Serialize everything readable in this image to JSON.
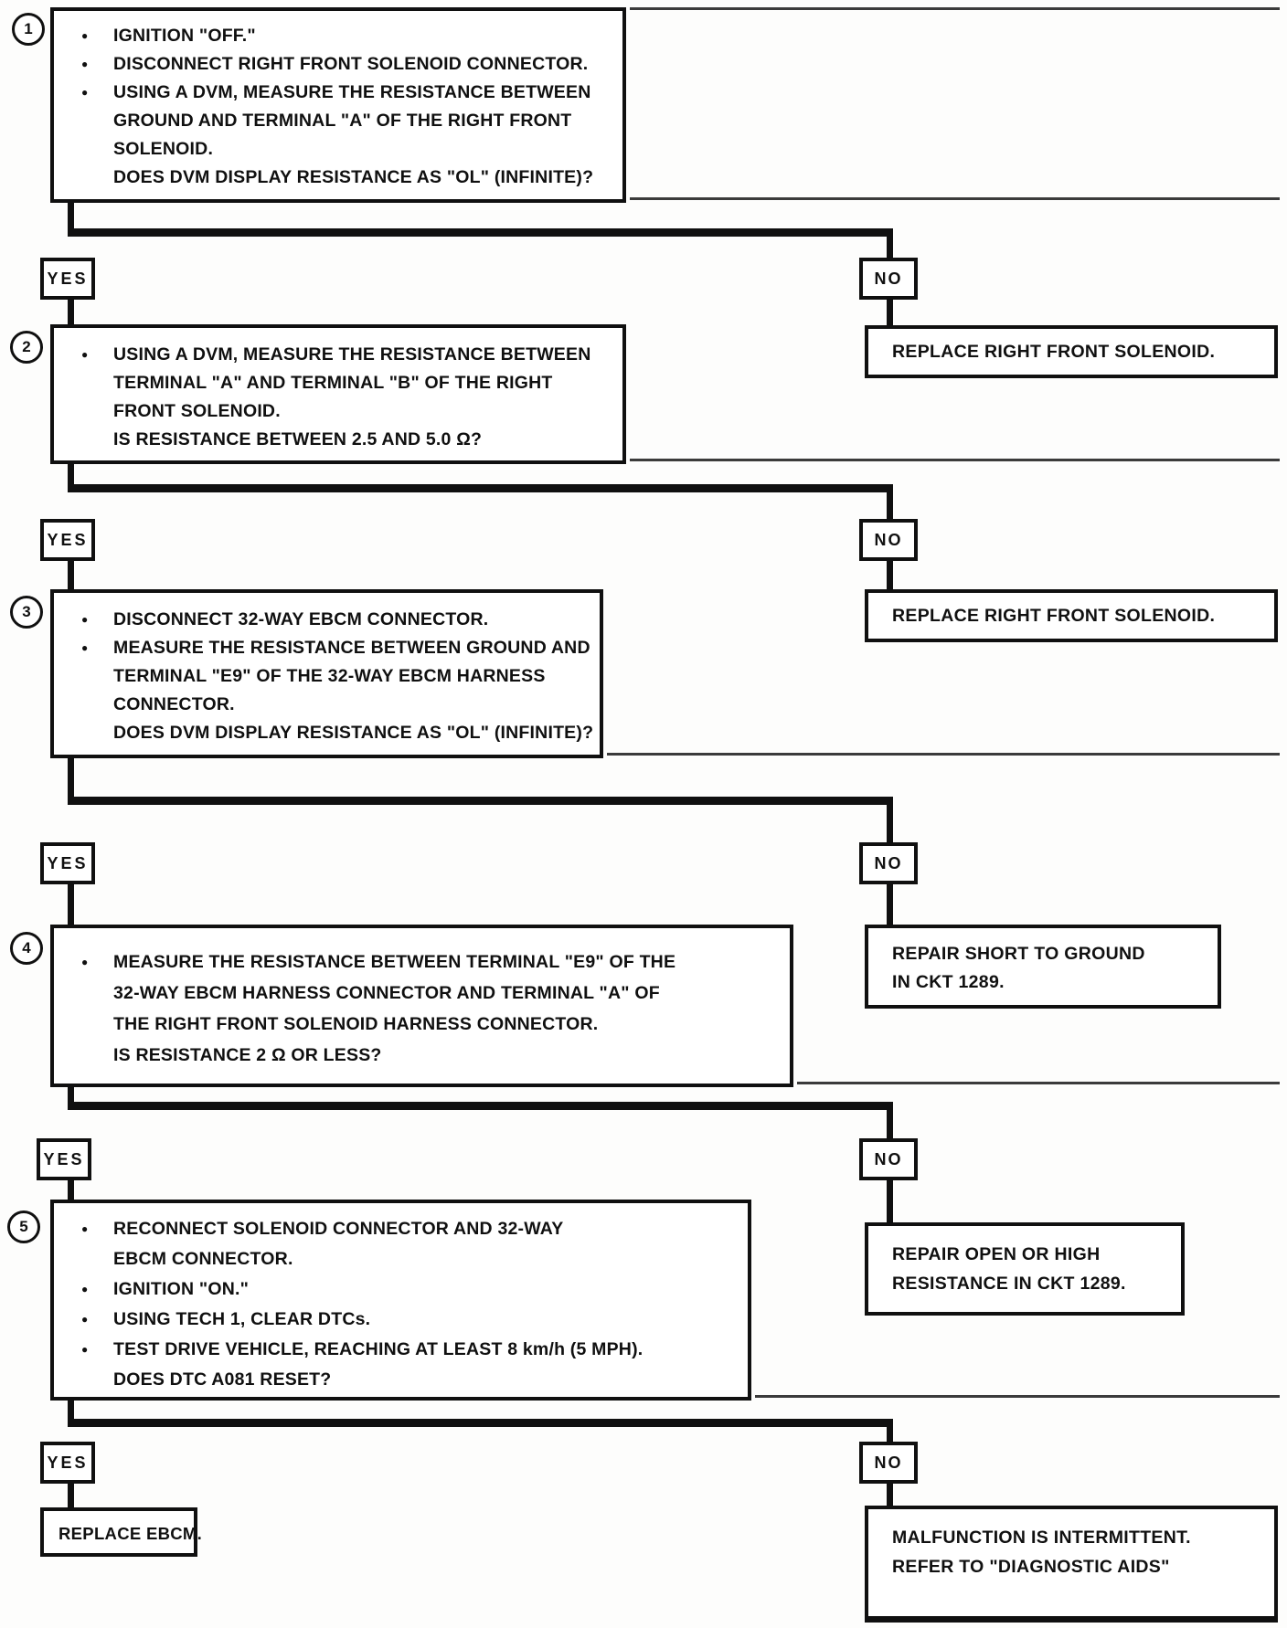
{
  "labels": {
    "yes": "YES",
    "no": "NO"
  },
  "steps": [
    {
      "number": "1",
      "lines": [
        {
          "b": "●",
          "t": "IGNITION \"OFF.\""
        },
        {
          "b": "●",
          "t": "DISCONNECT RIGHT FRONT SOLENOID CONNECTOR."
        },
        {
          "b": "●",
          "t": "USING A DVM, MEASURE THE RESISTANCE BETWEEN"
        },
        {
          "b": "",
          "t": "GROUND AND TERMINAL \"A\" OF THE RIGHT FRONT"
        },
        {
          "b": "",
          "t": "SOLENOID."
        },
        {
          "b": "",
          "t": "DOES DVM DISPLAY RESISTANCE AS \"OL\" (INFINITE)?"
        }
      ]
    },
    {
      "number": "2",
      "lines": [
        {
          "b": "●",
          "t": "USING A DVM, MEASURE THE RESISTANCE BETWEEN"
        },
        {
          "b": "",
          "t": "TERMINAL \"A\" AND TERMINAL \"B\" OF THE RIGHT"
        },
        {
          "b": "",
          "t": "FRONT SOLENOID."
        },
        {
          "b": "",
          "t": "IS RESISTANCE BETWEEN 2.5 AND 5.0 Ω?"
        }
      ]
    },
    {
      "number": "3",
      "lines": [
        {
          "b": "●",
          "t": "DISCONNECT 32-WAY EBCM CONNECTOR."
        },
        {
          "b": "●",
          "t": "MEASURE THE RESISTANCE BETWEEN GROUND AND"
        },
        {
          "b": "",
          "t": "TERMINAL \"E9\" OF THE 32-WAY EBCM HARNESS"
        },
        {
          "b": "",
          "t": "CONNECTOR."
        },
        {
          "b": "",
          "t": "DOES DVM DISPLAY RESISTANCE AS \"OL\" (INFINITE)?"
        }
      ]
    },
    {
      "number": "4",
      "lines": [
        {
          "b": "●",
          "t": "MEASURE THE RESISTANCE BETWEEN TERMINAL \"E9\" OF THE"
        },
        {
          "b": "",
          "t": "32-WAY EBCM HARNESS CONNECTOR AND TERMINAL \"A\" OF"
        },
        {
          "b": "",
          "t": "THE RIGHT FRONT SOLENOID HARNESS CONNECTOR."
        },
        {
          "b": "",
          "t": "IS RESISTANCE 2 Ω OR LESS?"
        }
      ]
    },
    {
      "number": "5",
      "lines": [
        {
          "b": "●",
          "t": "RECONNECT SOLENOID CONNECTOR AND 32-WAY"
        },
        {
          "b": "",
          "t": "EBCM CONNECTOR."
        },
        {
          "b": "●",
          "t": "IGNITION \"ON.\""
        },
        {
          "b": "●",
          "t": "USING TECH 1, CLEAR DTCs."
        },
        {
          "b": "●",
          "t": "TEST DRIVE VEHICLE, REACHING AT LEAST 8 km/h (5 MPH)."
        },
        {
          "b": "",
          "t": "DOES DTC A081 RESET?"
        }
      ]
    }
  ],
  "outcomes": [
    {
      "lines": [
        "REPLACE RIGHT FRONT SOLENOID."
      ]
    },
    {
      "lines": [
        "REPLACE RIGHT FRONT SOLENOID."
      ]
    },
    {
      "lines": [
        "REPAIR SHORT TO GROUND",
        "IN CKT 1289."
      ]
    },
    {
      "lines": [
        "REPAIR OPEN OR HIGH",
        "RESISTANCE IN CKT 1289."
      ]
    },
    {
      "lines": [
        "REPLACE EBCM."
      ]
    },
    {
      "lines": [
        "MALFUNCTION IS INTERMITTENT.",
        "REFER TO \"DIAGNOSTIC AIDS\""
      ]
    }
  ],
  "ink_color": "#101010"
}
